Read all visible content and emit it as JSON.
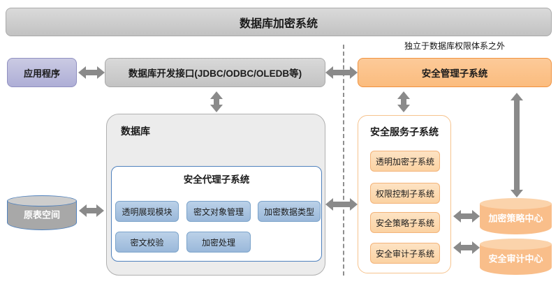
{
  "header": {
    "title": "数据库加密系统"
  },
  "annotation": "独立于数据库权限体系之外",
  "nodes": {
    "app": "应用程序",
    "api": "数据库开发接口(JDBC/ODBC/OLEDB等)",
    "mgmt": "安全管理子系统",
    "db": "数据库",
    "agent": "安全代理子系统",
    "source_cylinder": "原表空间",
    "services": "安全服务子系统",
    "policy_cylinder": "加密策略中心",
    "audit_cylinder": "安全审计中心"
  },
  "agent_modules": [
    "透明展现模块",
    "密文对象管理",
    "加密数据类型",
    "密文校验",
    "加密处理"
  ],
  "service_items": [
    "透明加密子系统",
    "权限控制子系统",
    "安全策略子系统",
    "安全审计子系统"
  ],
  "colors": {
    "accent_orange": "#f0923f",
    "accent_blue": "#4f81bd",
    "box_blue_fill": "#9ab8da",
    "box_orange_fill": "#fbd2a2",
    "arrow_gray": "#8a8a8a"
  }
}
